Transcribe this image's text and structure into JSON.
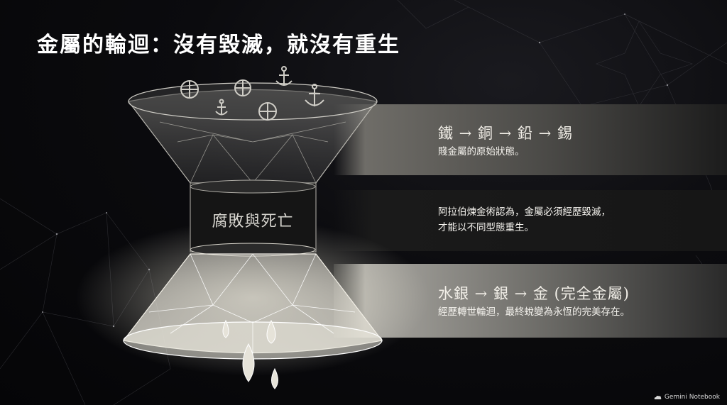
{
  "title": "金屬的輪迴：沒有毀滅，就沒有重生",
  "center_label": "腐敗與死亡",
  "stages": [
    {
      "heading": "鐵 → 銅 → 鉛 → 錫",
      "desc": [
        "賤金屬的原始狀態。"
      ]
    },
    {
      "heading": "",
      "desc": [
        "阿拉伯煉金術認為，金屬必須經歷毀滅，",
        "才能以不同型態重生。"
      ]
    },
    {
      "heading": "水銀 → 銀 → 金 (完全金屬)",
      "desc": [
        "經歷轉世輪迴，最終蛻變為永恆的完美存在。"
      ]
    }
  ],
  "brand": "Gemini Notebook",
  "icons": [
    "circled-cross-icon",
    "anchor-icon",
    "drop-icon"
  ],
  "colors": {
    "background": "#07070a",
    "text": "#f5f3ee"
  }
}
